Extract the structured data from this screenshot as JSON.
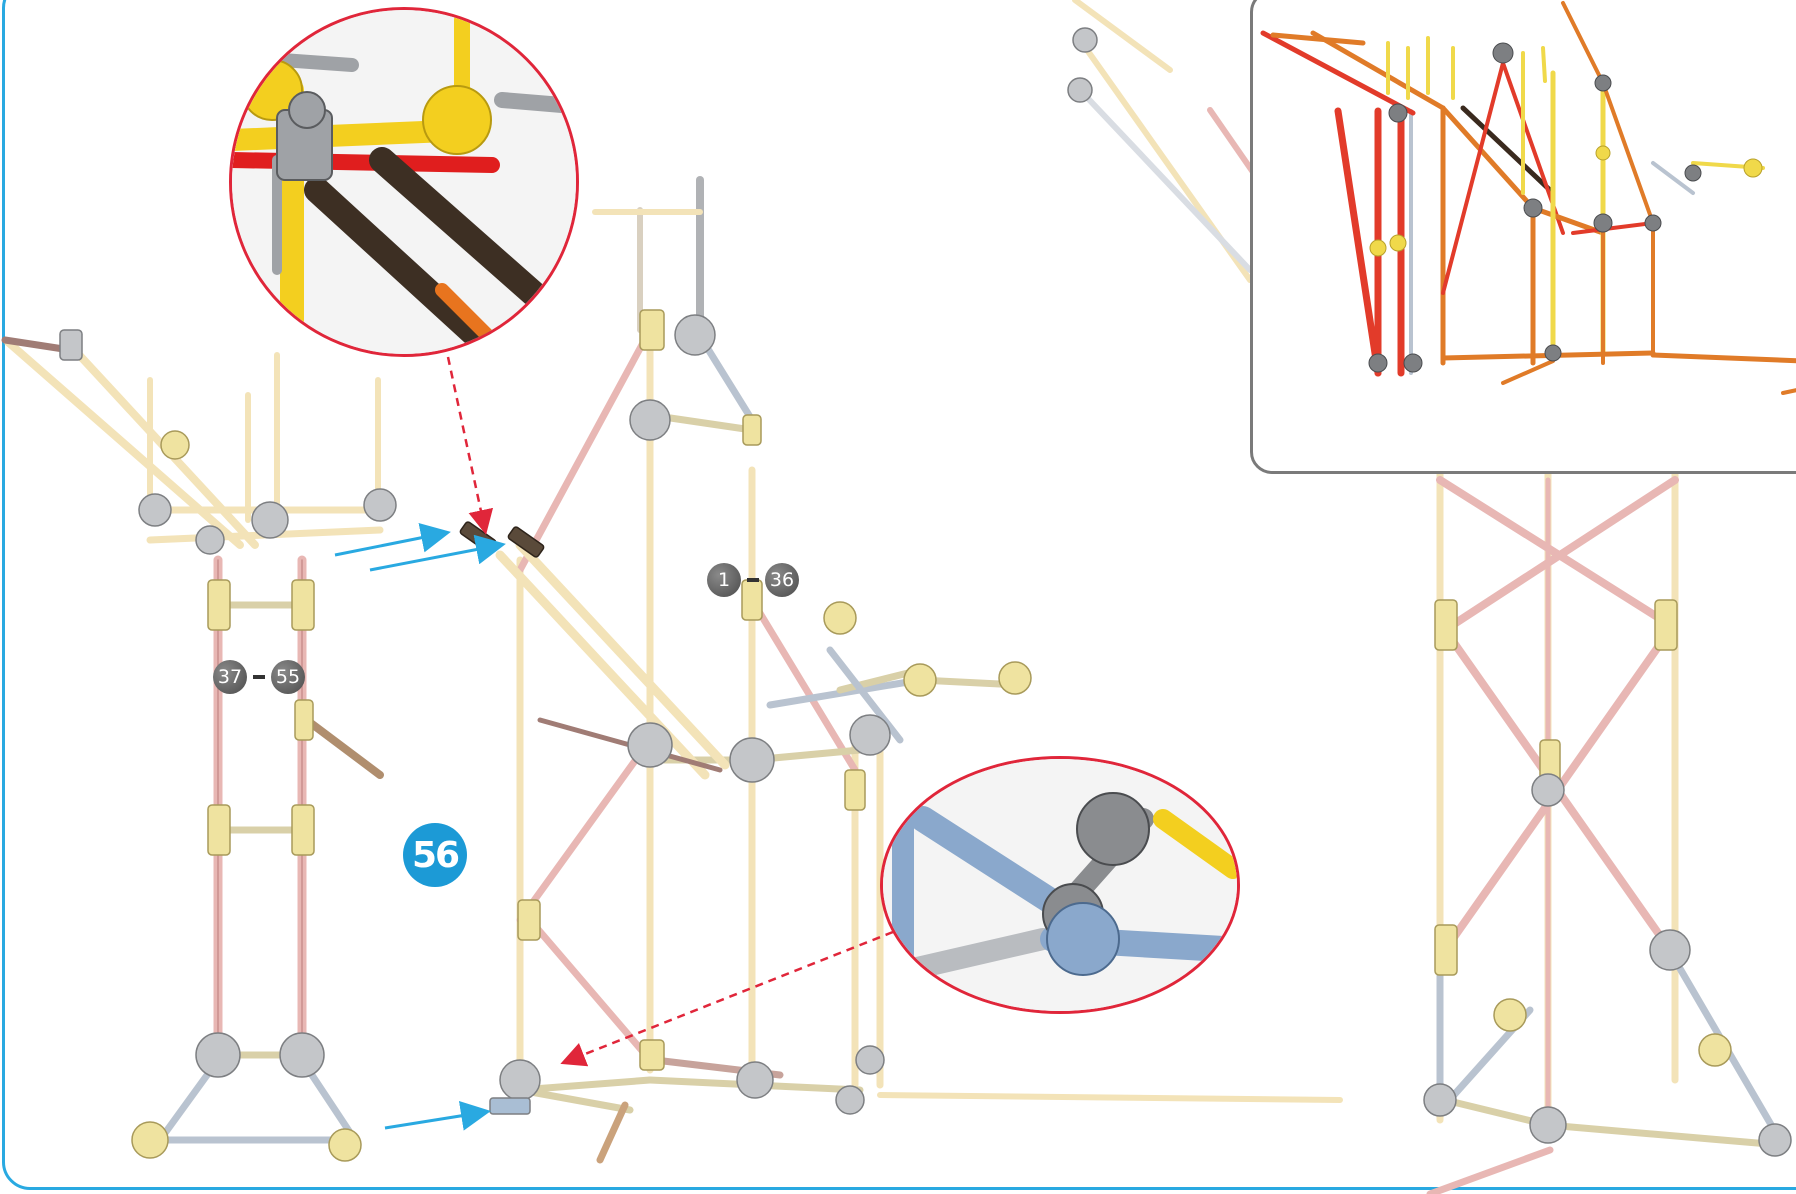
{
  "step": {
    "number": "56"
  },
  "part_ranges": [
    {
      "from": "37",
      "to": "55"
    },
    {
      "from": "1",
      "to": "36"
    }
  ],
  "colors": {
    "accent_blue": "#1c9ad6",
    "frame_blue": "#29a9e1",
    "callout_red": "#e0263a",
    "rod_pink": "#e8b7b4",
    "rod_cream": "#f3e3b8",
    "connector_grey": "#a7a9ac",
    "connector_yellow": "#efe3a0"
  }
}
